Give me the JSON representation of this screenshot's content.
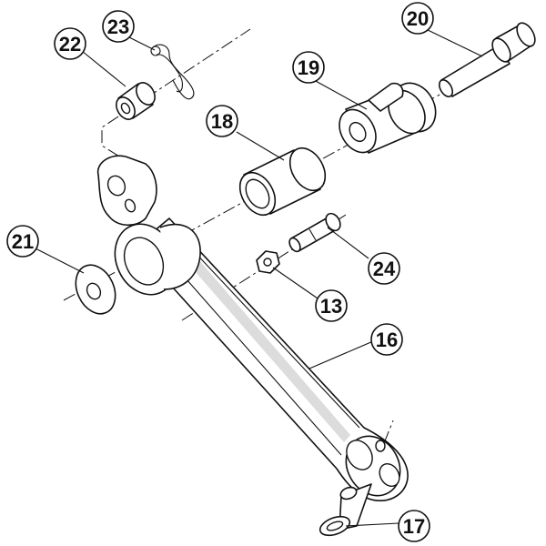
{
  "diagram": {
    "type": "exploded-parts-diagram",
    "callouts": [
      {
        "id": "c13",
        "label": "13"
      },
      {
        "id": "c16",
        "label": "16"
      },
      {
        "id": "c17",
        "label": "17"
      },
      {
        "id": "c18",
        "label": "18"
      },
      {
        "id": "c19",
        "label": "19"
      },
      {
        "id": "c20",
        "label": "20"
      },
      {
        "id": "c21",
        "label": "21"
      },
      {
        "id": "c22",
        "label": "22"
      },
      {
        "id": "c23",
        "label": "23"
      },
      {
        "id": "c24",
        "label": "24"
      }
    ]
  }
}
